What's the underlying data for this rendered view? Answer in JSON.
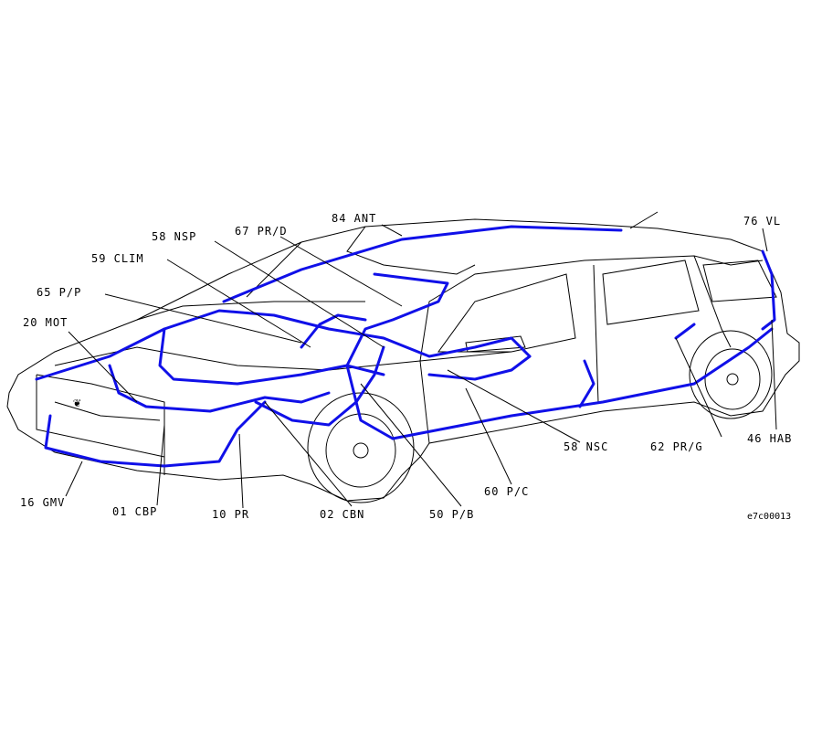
{
  "diagram": {
    "colors": {
      "harness": "#1010e8",
      "outline": "#000000"
    },
    "labels": [
      {
        "id": "ant",
        "text": "84  ANT"
      },
      {
        "id": "vl",
        "text": "76  VL"
      },
      {
        "id": "nsp",
        "text": "58  NSP"
      },
      {
        "id": "prd",
        "text": "67  PR/D"
      },
      {
        "id": "clim",
        "text": "59  CLIM"
      },
      {
        "id": "pp",
        "text": "65  P/P"
      },
      {
        "id": "mot",
        "text": "20  MOT"
      },
      {
        "id": "gmv",
        "text": "16  GMV"
      },
      {
        "id": "cbp",
        "text": "01  CBP"
      },
      {
        "id": "pr",
        "text": "10  PR"
      },
      {
        "id": "cbn",
        "text": "02  CBN"
      },
      {
        "id": "pb",
        "text": "50  P/B"
      },
      {
        "id": "pc",
        "text": "60  P/C"
      },
      {
        "id": "nsc",
        "text": "58  NSC"
      },
      {
        "id": "prg",
        "text": "62  PR/G"
      },
      {
        "id": "hab",
        "text": "46  HAB"
      }
    ],
    "reference_code": "e7c00013"
  }
}
